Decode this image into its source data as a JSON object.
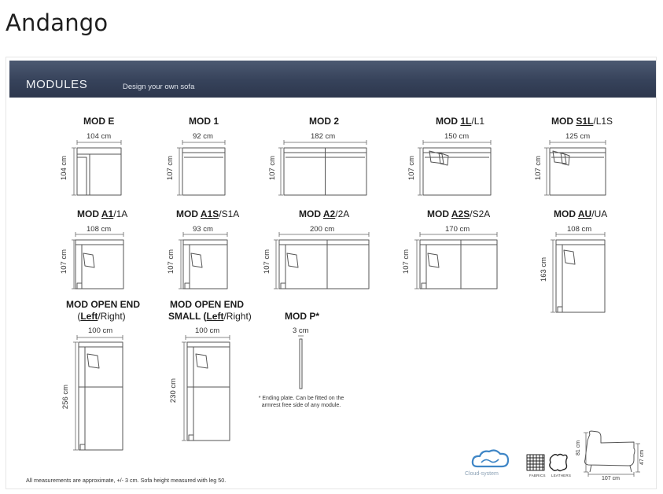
{
  "brand": "Andango",
  "header": {
    "title": "MODULES",
    "subtitle": "Design your own sofa"
  },
  "modules": {
    "mod_e": {
      "title": "MOD E",
      "width": "104 cm",
      "depth": "104 cm"
    },
    "mod_1": {
      "title": "MOD 1",
      "width": "92 cm",
      "depth": "107 cm"
    },
    "mod_2": {
      "title": "MOD 2",
      "width": "182 cm",
      "depth": "107 cm"
    },
    "mod_1l": {
      "prefix": "MOD ",
      "code": "1L",
      "alt": "/L1",
      "width": "150 cm",
      "depth": "107 cm"
    },
    "mod_s1l": {
      "prefix": "MOD ",
      "code": "S1L",
      "alt": "/L1S",
      "width": "125 cm",
      "depth": "107 cm"
    },
    "mod_a1": {
      "prefix": "MOD ",
      "code": "A1",
      "alt": "/1A",
      "width": "108 cm",
      "depth": "107 cm"
    },
    "mod_a1s": {
      "prefix": "MOD ",
      "code": "A1S",
      "alt": "/S1A",
      "width": "93 cm",
      "depth": "107 cm"
    },
    "mod_a2": {
      "prefix": "MOD ",
      "code": "A2",
      "alt": "/2A",
      "width": "200 cm",
      "depth": "107 cm"
    },
    "mod_a2s": {
      "prefix": "MOD ",
      "code": "A2S",
      "alt": "/S2A",
      "width": "170 cm",
      "depth": "107 cm"
    },
    "mod_au": {
      "prefix": "MOD ",
      "code": "AU",
      "alt": "/UA",
      "width": "108 cm",
      "depth": "163 cm"
    },
    "mod_open_end": {
      "line1": "MOD OPEN END",
      "open": "(",
      "left": "Left",
      "right": "/Right)",
      "width": "100 cm",
      "depth": "256 cm"
    },
    "mod_open_end_small": {
      "line1": "MOD OPEN END",
      "line2a": "SMALL (",
      "left": "Left",
      "right": "/Right)",
      "width": "100 cm",
      "depth": "230 cm"
    },
    "mod_p": {
      "title": "MOD P*",
      "width": "3 cm",
      "note": "* Ending plate. Can be fitted on the armrest free side of any  module."
    }
  },
  "footnote": "All measurements are approximate, +/- 3 cm. Sofa height measured with leg 50.",
  "badges": {
    "cloud": "Cloud-system",
    "fabrics": "FABRICS",
    "leathers": "LEATHERS"
  },
  "side_view": {
    "seat_height": "81 cm",
    "arm_height": "47 cm",
    "depth": "107 cm"
  },
  "colors": {
    "header_top": "#4c5971",
    "header_bottom": "#2d374d",
    "line": "#555555",
    "cloud": "#3f86c6"
  }
}
